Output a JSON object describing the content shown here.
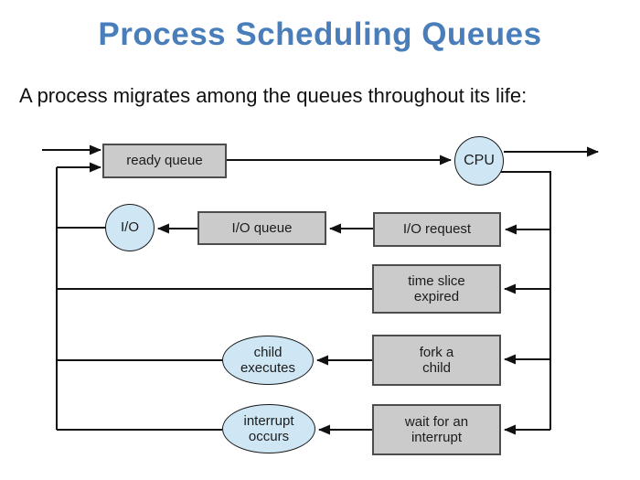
{
  "slide": {
    "title": "Process Scheduling Queues",
    "subtitle": "A process migrates among the queues throughout its life:"
  },
  "diagram": {
    "nodes": {
      "ready_queue": {
        "label": "ready queue",
        "shape": "box"
      },
      "cpu": {
        "label": "CPU",
        "shape": "ellipse"
      },
      "io": {
        "label": "I/O",
        "shape": "ellipse"
      },
      "io_queue": {
        "label": "I/O queue",
        "shape": "box"
      },
      "io_request": {
        "label": "I/O request",
        "shape": "box"
      },
      "time_slice": {
        "label": "time slice\nexpired",
        "shape": "box"
      },
      "child_executes": {
        "label": "child\nexecutes",
        "shape": "ellipse"
      },
      "fork_child": {
        "label": "fork a\nchild",
        "shape": "box"
      },
      "interrupt_occurs": {
        "label": "interrupt\noccurs",
        "shape": "ellipse"
      },
      "wait_interrupt": {
        "label": "wait for an\ninterrupt",
        "shape": "box"
      }
    },
    "edges": [
      {
        "from": "entry",
        "to": "ready_queue"
      },
      {
        "from": "ready_queue",
        "to": "cpu"
      },
      {
        "from": "cpu",
        "to": "exit"
      },
      {
        "from": "cpu",
        "to": "io_request"
      },
      {
        "from": "io_request",
        "to": "io_queue"
      },
      {
        "from": "io_queue",
        "to": "io"
      },
      {
        "from": "io",
        "to": "ready_queue"
      },
      {
        "from": "cpu",
        "to": "time_slice"
      },
      {
        "from": "time_slice",
        "to": "ready_queue"
      },
      {
        "from": "cpu",
        "to": "fork_child"
      },
      {
        "from": "fork_child",
        "to": "child_executes"
      },
      {
        "from": "child_executes",
        "to": "ready_queue"
      },
      {
        "from": "cpu",
        "to": "wait_interrupt"
      },
      {
        "from": "wait_interrupt",
        "to": "interrupt_occurs"
      },
      {
        "from": "interrupt_occurs",
        "to": "ready_queue"
      }
    ],
    "colors": {
      "title_text": "#4a7ebb",
      "box_fill": "#cbcbcb",
      "box_border": "#4d4d4d",
      "ellipse_fill": "#cfe7f5",
      "line": "#111111",
      "text": "#1c1c1c"
    }
  }
}
